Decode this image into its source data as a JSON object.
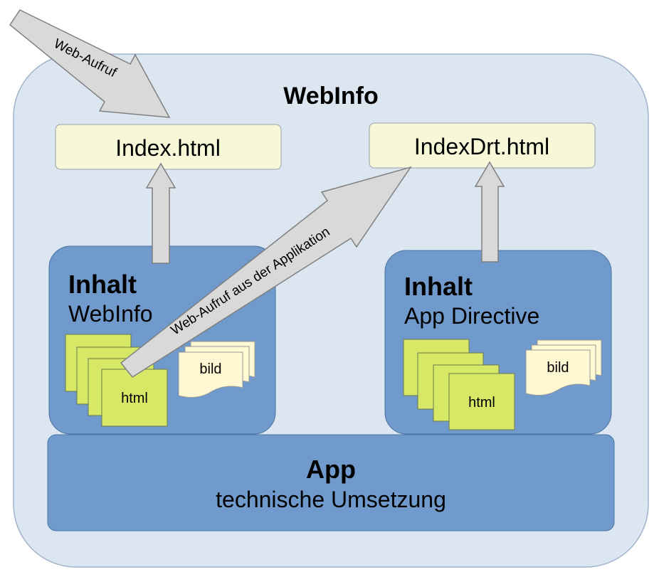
{
  "diagram": {
    "title": "WebInfo",
    "pages": {
      "index": "Index.html",
      "index_drt": "IndexDrt.html"
    },
    "arrows": {
      "web_call": "Web-Aufruf",
      "web_call_from_app": "Web-Aufruf aus der Applikation"
    },
    "content_left": {
      "heading": "Inhalt",
      "subtitle": "WebInfo",
      "doc_label": "html",
      "image_label": "bild"
    },
    "content_right": {
      "heading": "Inhalt",
      "subtitle": "App Directive",
      "doc_label": "html",
      "image_label": "bild"
    },
    "app": {
      "heading": "App",
      "subtitle": "technische Umsetzung"
    }
  }
}
